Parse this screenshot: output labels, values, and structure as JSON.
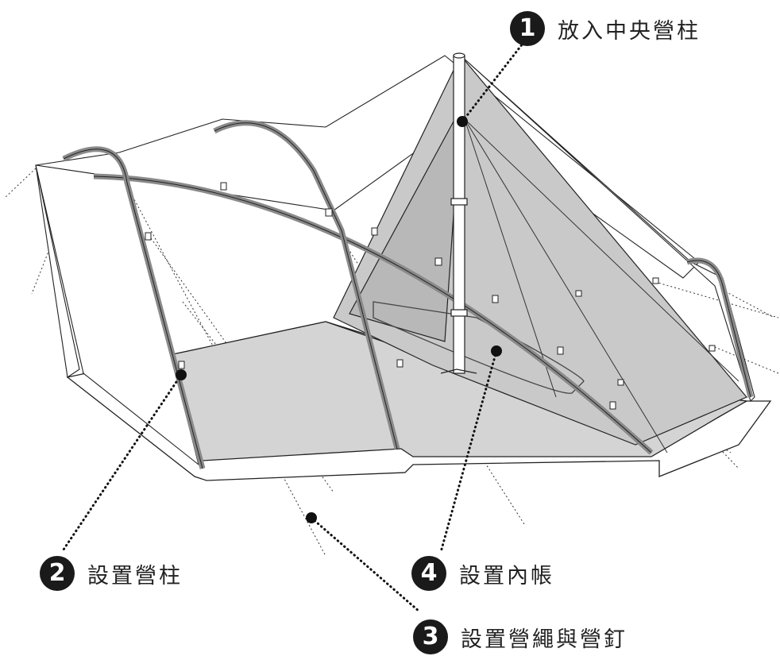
{
  "callouts": [
    {
      "number": "1",
      "label": "放入中央營柱"
    },
    {
      "number": "2",
      "label": "設置營柱"
    },
    {
      "number": "3",
      "label": "設置營繩與營釘"
    },
    {
      "number": "4",
      "label": "設置內帳"
    }
  ]
}
